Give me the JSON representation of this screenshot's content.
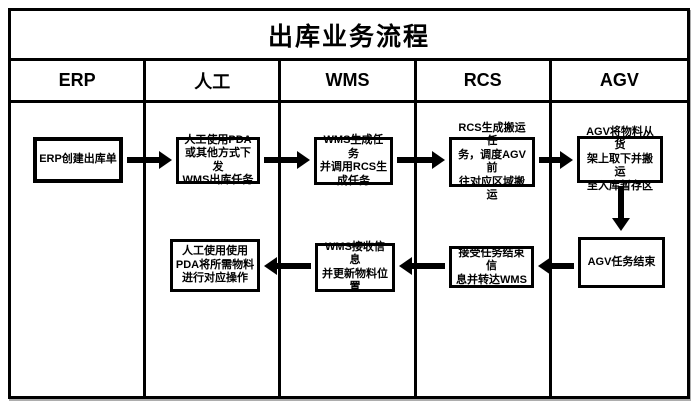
{
  "title": "出库业务流程",
  "colors": {
    "background": "#ffffff",
    "line": "#000000",
    "text": "#000000"
  },
  "lanes": [
    {
      "id": "erp",
      "label": "ERP"
    },
    {
      "id": "manual",
      "label": "人工"
    },
    {
      "id": "wms",
      "label": "WMS"
    },
    {
      "id": "rcs",
      "label": "RCS"
    },
    {
      "id": "agv",
      "label": "AGV"
    }
  ],
  "nodes": {
    "erp_create": {
      "lane": "erp",
      "label": "ERP创建出库单"
    },
    "manual_issue": {
      "lane": "manual",
      "label": "人工使用PDA\n或其他方式下发\nWMS出库任务"
    },
    "wms_generate": {
      "lane": "wms",
      "label": "WMS生成任务\n并调用RCS生\n成任务"
    },
    "rcs_dispatch": {
      "lane": "rcs",
      "label": "RCS生成搬运任\n务，调度AGV前\n往对应区域搬运"
    },
    "agv_transport": {
      "lane": "agv",
      "label": "AGV将物料从货\n架上取下并搬运\n至入库暂存区"
    },
    "agv_end": {
      "lane": "agv",
      "label": "AGV任务结束"
    },
    "rcs_receive": {
      "lane": "rcs",
      "label": "接受任务结束信\n息并转达WMS"
    },
    "wms_update": {
      "lane": "wms",
      "label": "WMS接收信息\n并更新物料位\n置"
    },
    "manual_operate": {
      "lane": "manual",
      "label": "人工使用使用\nPDA将所需物料\n进行对应操作"
    }
  },
  "edges": [
    {
      "from": "erp_create",
      "to": "manual_issue",
      "direction": "right"
    },
    {
      "from": "manual_issue",
      "to": "wms_generate",
      "direction": "right"
    },
    {
      "from": "wms_generate",
      "to": "rcs_dispatch",
      "direction": "right"
    },
    {
      "from": "rcs_dispatch",
      "to": "agv_transport",
      "direction": "right"
    },
    {
      "from": "agv_transport",
      "to": "agv_end",
      "direction": "down"
    },
    {
      "from": "agv_end",
      "to": "rcs_receive",
      "direction": "left"
    },
    {
      "from": "rcs_receive",
      "to": "wms_update",
      "direction": "left"
    },
    {
      "from": "wms_update",
      "to": "manual_operate",
      "direction": "left"
    }
  ]
}
